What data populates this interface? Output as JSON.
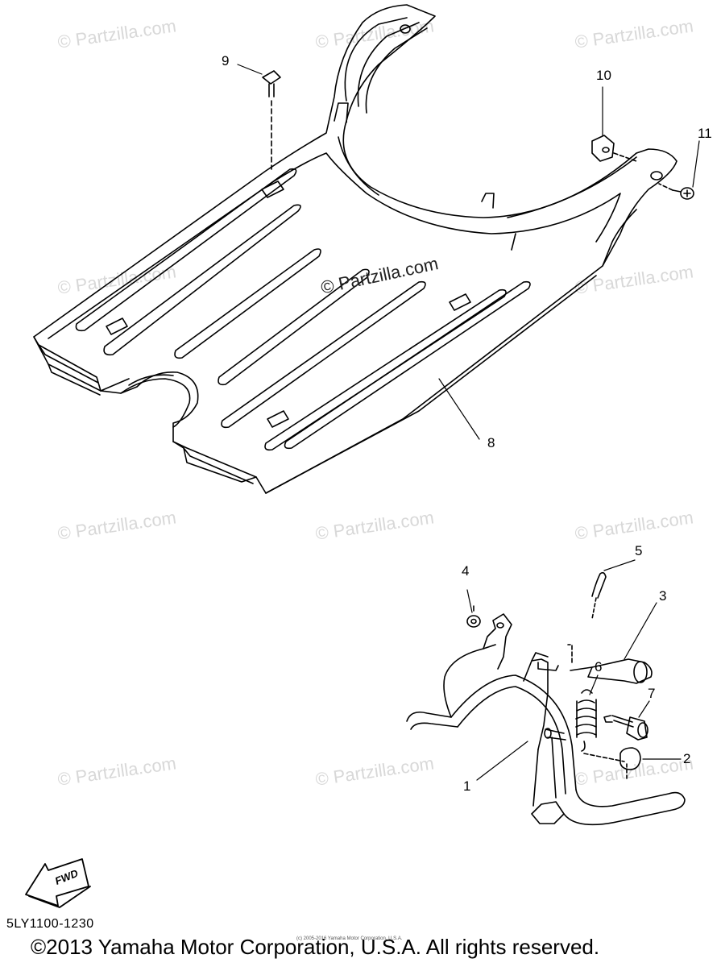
{
  "watermark_text": "© Partzilla.com",
  "center_watermark_text": "© Partzilla.com",
  "callouts": {
    "c1": "1",
    "c2": "2",
    "c3": "3",
    "c4": "4",
    "c5": "5",
    "c6": "6",
    "c7": "7",
    "c8": "8",
    "c9": "9",
    "c10": "10",
    "c11": "11"
  },
  "fwd_label": "FWD",
  "diagram_code": "5LY1100-1230",
  "copyright": "©2013 Yamaha Motor Corporation, U.S.A. All rights reserved.",
  "tiny_note": "(c) 2005-2016 Yamaha Motor Corporation, U.S.A.",
  "colors": {
    "line": "#000000",
    "watermark": "#d8d8d8",
    "background": "#ffffff"
  }
}
